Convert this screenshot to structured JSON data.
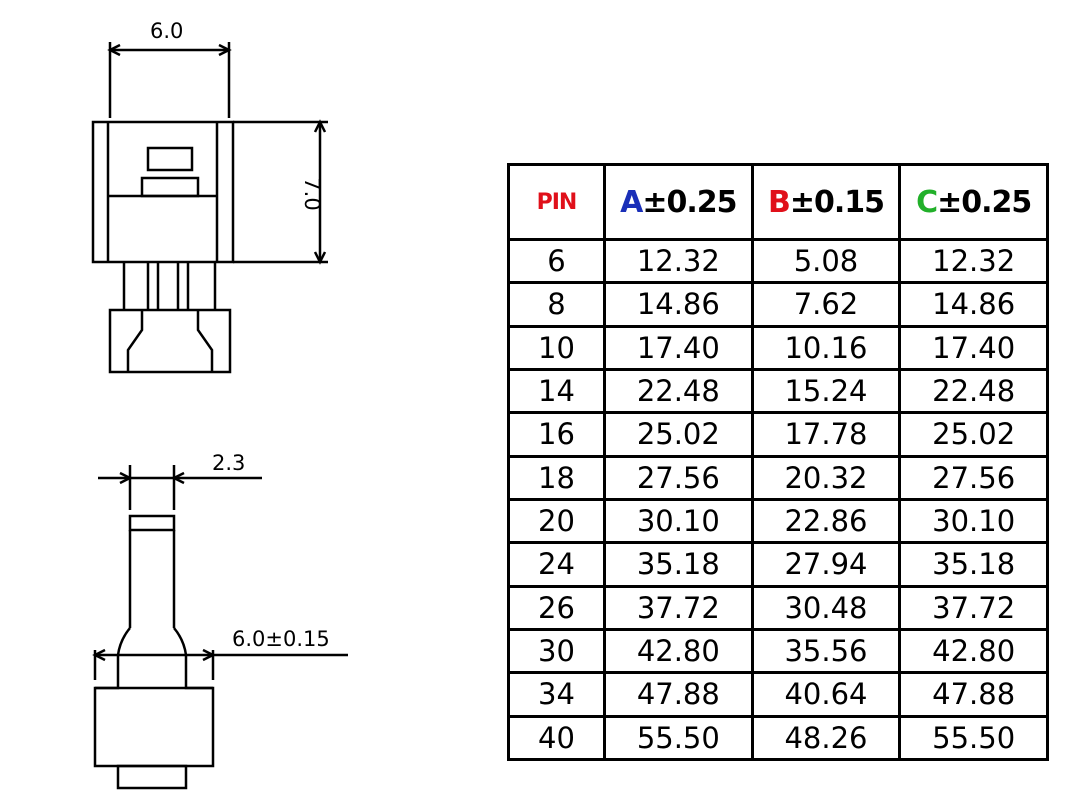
{
  "top_view": {
    "width_label": "6.0",
    "height_label": "7.0"
  },
  "side_view": {
    "thickness_label": "2.3",
    "width_label": "6.0±0.15"
  },
  "table": {
    "headers": {
      "pin": "PIN",
      "a_letter": "A",
      "a_tol": "±0.25",
      "a_color": "#1a2fb8",
      "b_letter": "B",
      "b_tol": "±0.15",
      "b_color": "#e0101a",
      "c_letter": "C",
      "c_tol": "±0.25",
      "c_color": "#22b02a",
      "pin_color": "#e0101a"
    },
    "rows": [
      {
        "pin": "6",
        "a": "12.32",
        "b": "5.08",
        "c": "12.32"
      },
      {
        "pin": "8",
        "a": "14.86",
        "b": "7.62",
        "c": "14.86"
      },
      {
        "pin": "10",
        "a": "17.40",
        "b": "10.16",
        "c": "17.40"
      },
      {
        "pin": "14",
        "a": "22.48",
        "b": "15.24",
        "c": "22.48"
      },
      {
        "pin": "16",
        "a": "25.02",
        "b": "17.78",
        "c": "25.02"
      },
      {
        "pin": "18",
        "a": "27.56",
        "b": "20.32",
        "c": "27.56"
      },
      {
        "pin": "20",
        "a": "30.10",
        "b": "22.86",
        "c": "30.10"
      },
      {
        "pin": "24",
        "a": "35.18",
        "b": "27.94",
        "c": "35.18"
      },
      {
        "pin": "26",
        "a": "37.72",
        "b": "30.48",
        "c": "37.72"
      },
      {
        "pin": "30",
        "a": "42.80",
        "b": "35.56",
        "c": "42.80"
      },
      {
        "pin": "34",
        "a": "47.88",
        "b": "40.64",
        "c": "47.88"
      },
      {
        "pin": "40",
        "a": "55.50",
        "b": "48.26",
        "c": "55.50"
      }
    ]
  }
}
